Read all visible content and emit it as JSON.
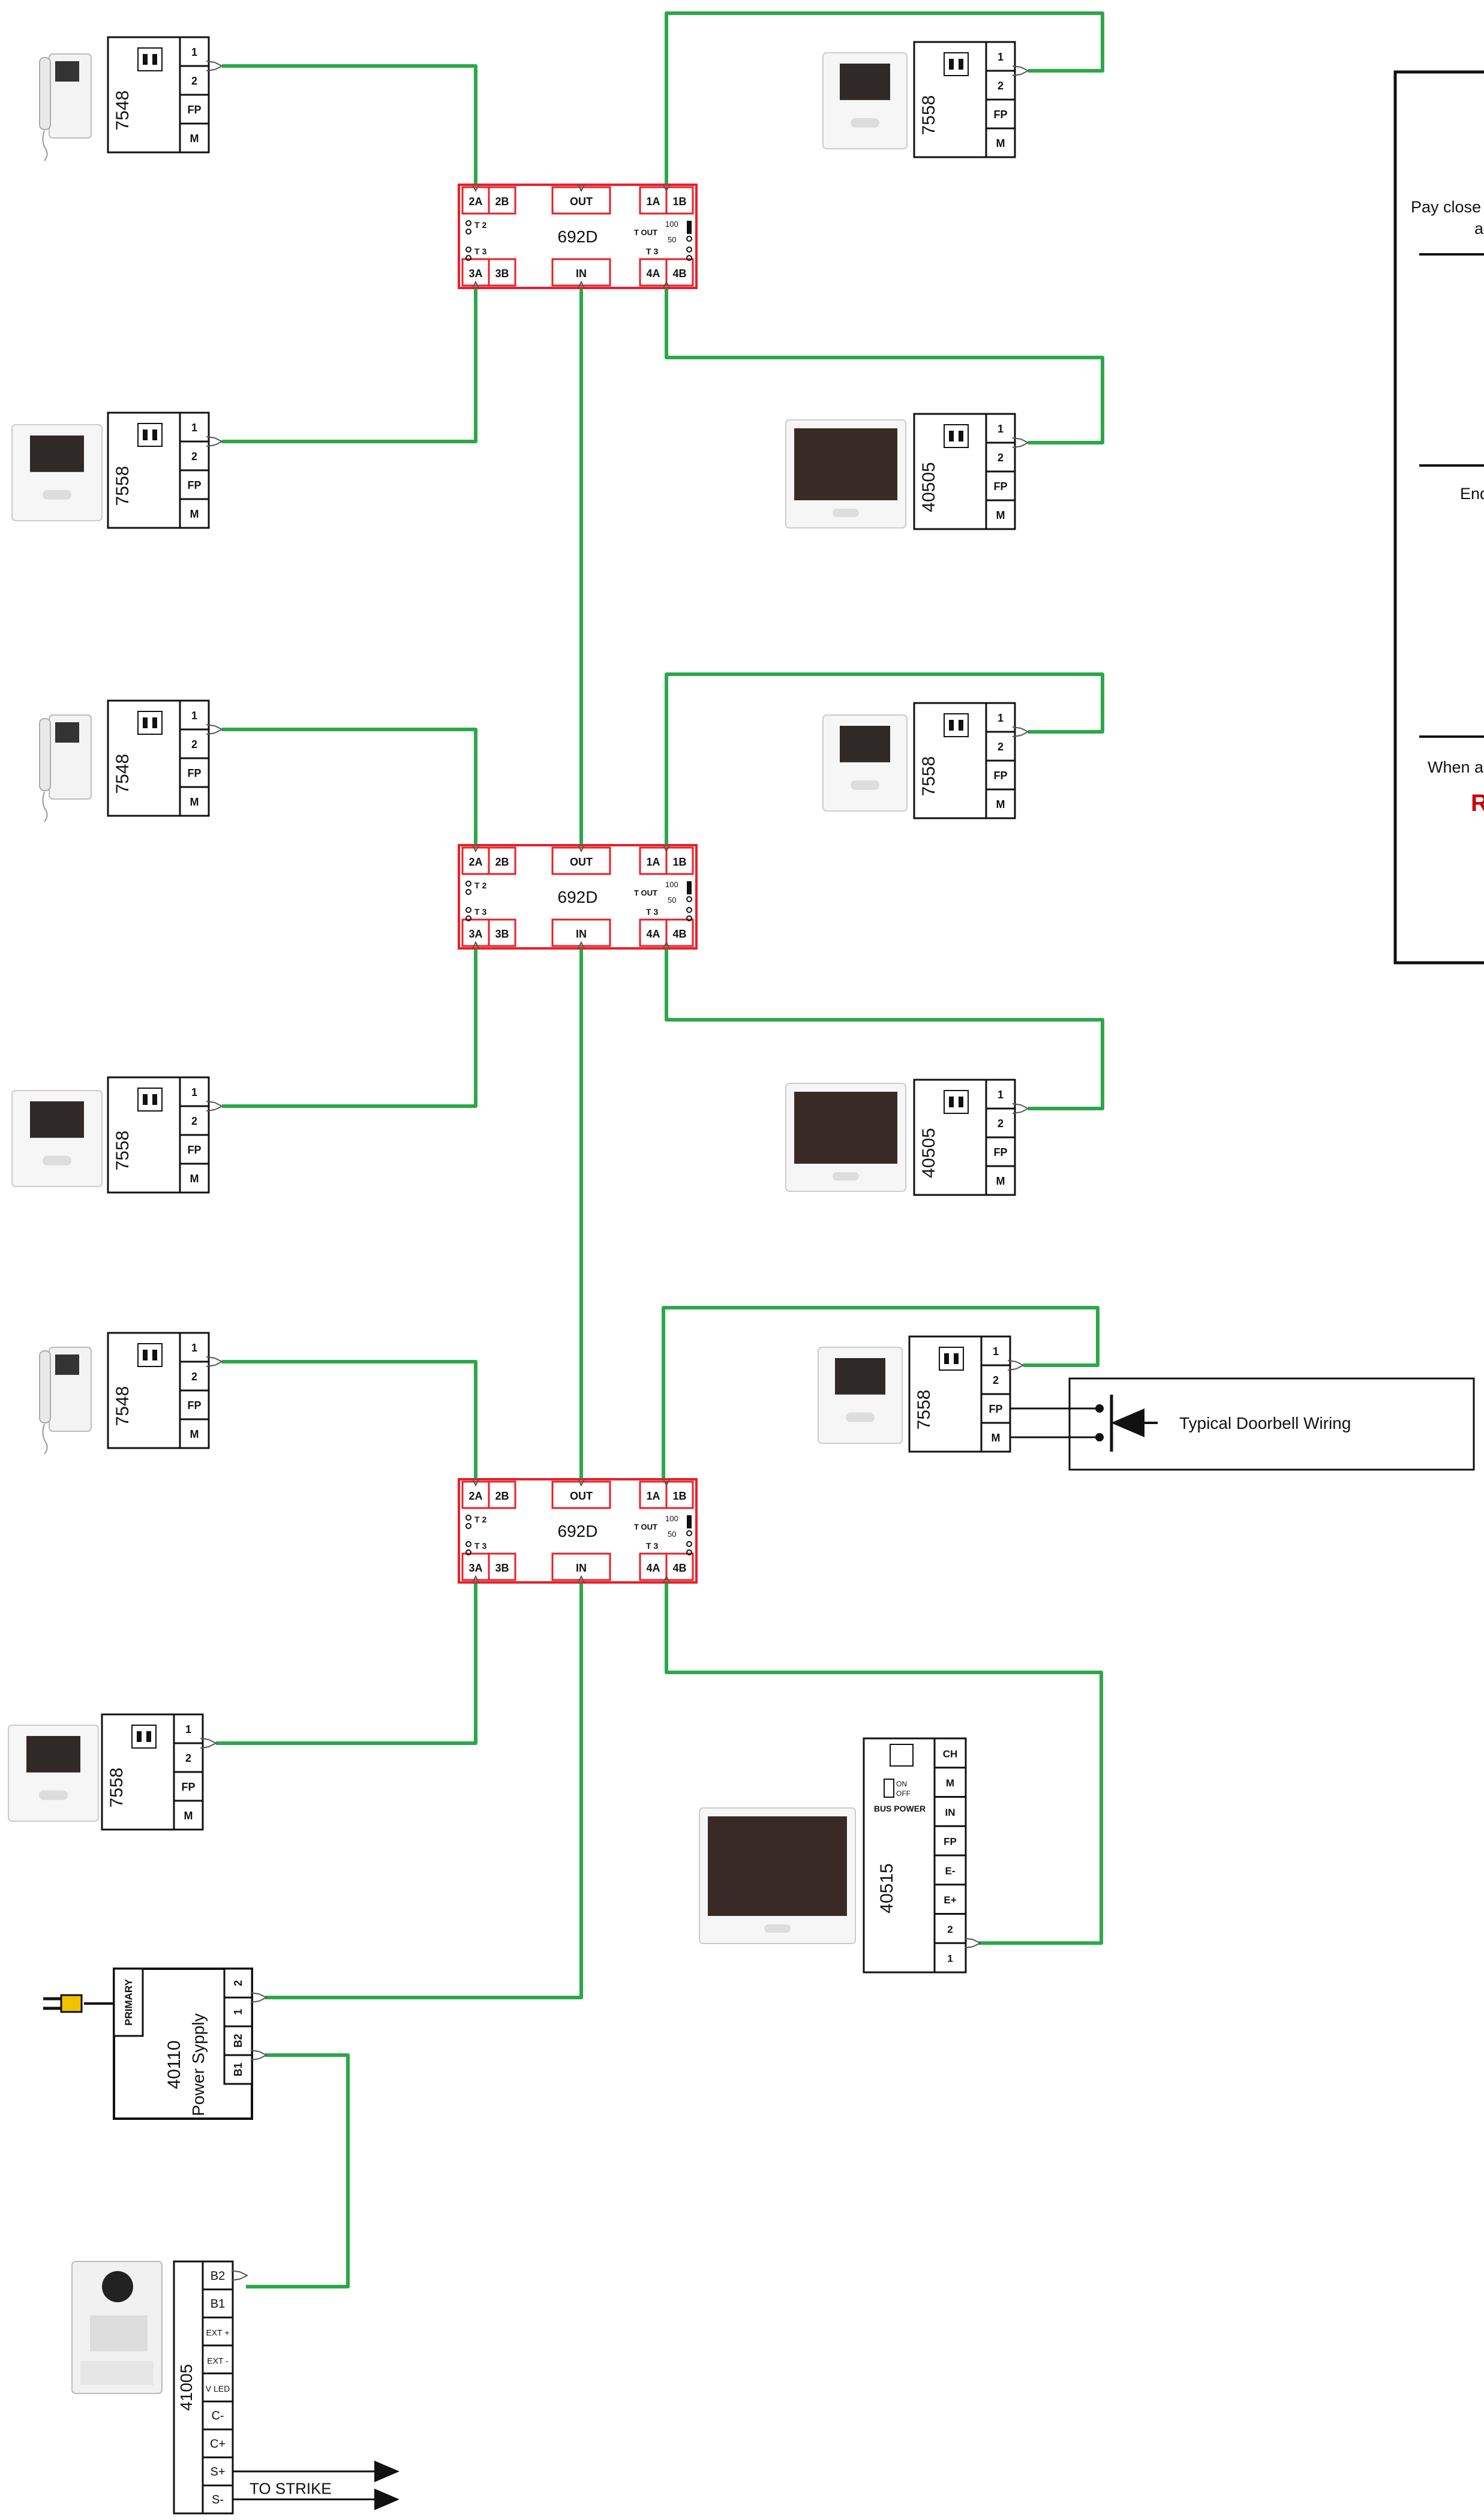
{
  "colors": {
    "wire": "#2ca84a",
    "distributor_border": "#e8202a",
    "note_highlight": "#cc0000",
    "ink": "#111111",
    "plug": "#f2c200"
  },
  "monitors": [
    {
      "id": "m1",
      "model": "7548",
      "terminals": [
        "1",
        "2",
        "FP",
        "M"
      ]
    },
    {
      "id": "m2",
      "model": "7558",
      "terminals": [
        "1",
        "2",
        "FP",
        "M"
      ]
    },
    {
      "id": "m3",
      "model": "7558",
      "terminals": [
        "1",
        "2",
        "FP",
        "M"
      ]
    },
    {
      "id": "m4",
      "model": "40505",
      "terminals": [
        "1",
        "2",
        "FP",
        "M"
      ]
    },
    {
      "id": "m5",
      "model": "7548",
      "terminals": [
        "1",
        "2",
        "FP",
        "M"
      ]
    },
    {
      "id": "m6",
      "model": "7558",
      "terminals": [
        "1",
        "2",
        "FP",
        "M"
      ]
    },
    {
      "id": "m7",
      "model": "7558",
      "terminals": [
        "1",
        "2",
        "FP",
        "M"
      ]
    },
    {
      "id": "m8",
      "model": "40505",
      "terminals": [
        "1",
        "2",
        "FP",
        "M"
      ]
    },
    {
      "id": "m9",
      "model": "7548",
      "terminals": [
        "1",
        "2",
        "FP",
        "M"
      ]
    },
    {
      "id": "m10",
      "model": "7558",
      "terminals": [
        "1",
        "2",
        "FP",
        "M"
      ]
    },
    {
      "id": "m11",
      "model": "7558",
      "terminals": [
        "1",
        "2",
        "FP",
        "M"
      ]
    }
  ],
  "monitor_40515": {
    "model": "40515",
    "terminals": [
      "CH",
      "M",
      "IN",
      "FP",
      "E-",
      "E+",
      "2",
      "1"
    ],
    "switch_on": "ON",
    "switch_off": "OFF",
    "switch_label": "BUS POWER"
  },
  "distributors": [
    {
      "id": "d1",
      "model": "692D",
      "ports_top": [
        "2A",
        "2B",
        "OUT",
        "1A",
        "1B"
      ],
      "ports_bottom": [
        "3A",
        "3B",
        "IN",
        "4A",
        "4B"
      ],
      "t2": "T 2",
      "t3_left": "T 3",
      "t3_right": "T 3",
      "tout": "T OUT",
      "r100": "100",
      "r50": "50"
    },
    {
      "id": "d2",
      "model": "692D",
      "ports_top": [
        "2A",
        "2B",
        "OUT",
        "1A",
        "1B"
      ],
      "ports_bottom": [
        "3A",
        "3B",
        "IN",
        "4A",
        "4B"
      ],
      "t2": "T 2",
      "t3_left": "T 3",
      "t3_right": "T 3",
      "tout": "T OUT",
      "r100": "100",
      "r50": "50"
    },
    {
      "id": "d3",
      "model": "692D",
      "ports_top": [
        "2A",
        "2B",
        "OUT",
        "1A",
        "1B"
      ],
      "ports_bottom": [
        "3A",
        "3B",
        "IN",
        "4A",
        "4B"
      ],
      "t2": "T 2",
      "t3_left": "T 3",
      "t3_right": "T 3",
      "tout": "T OUT",
      "r100": "100",
      "r50": "50"
    }
  ],
  "power_supply": {
    "model": "40110",
    "name": "Power Sypply",
    "primary_label": "PRIMARY",
    "terminals": [
      "2",
      "1",
      "B2",
      "B1"
    ]
  },
  "entrance_panel": {
    "model": "41005",
    "terminals": [
      "B2",
      "B1",
      "EXT +",
      "EXT -",
      "V LED",
      "C-",
      "C+",
      "S+",
      "S-"
    ],
    "strike_label": "TO STRIKE"
  },
  "doorbell": {
    "label": "Typical Doorbell Wiring"
  },
  "notes": {
    "line1": "Pay close",
    "line1b": "a",
    "line2": "End",
    "line3": "When a",
    "line4": "R"
  }
}
